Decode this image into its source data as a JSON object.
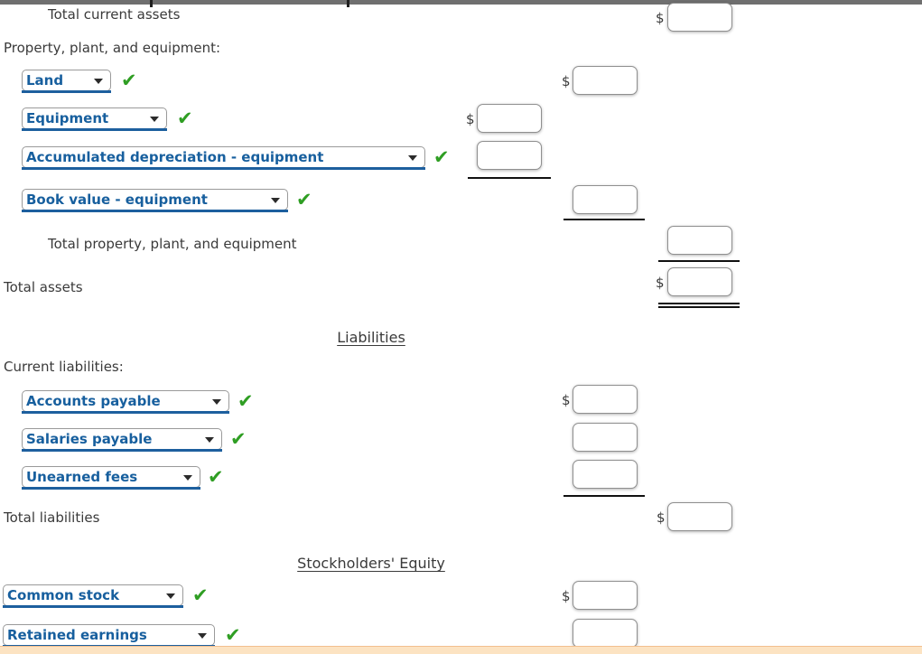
{
  "currency_symbol": "$",
  "icons": {
    "check": "✔",
    "dropdown_arrow": "triangle-down"
  },
  "colors": {
    "dropdown_blue": "#175f9e",
    "dropdown_underline": "#1d5f9e",
    "check_green": "#2f9e23",
    "highlight_bar": "#fce3c2",
    "top_bar": "#6f6f6f"
  },
  "sections": {
    "assets": {
      "total_current_assets_label": "Total current assets",
      "total_current_assets_value": "",
      "ppe_heading": "Property, plant, and equipment:",
      "rows": [
        {
          "label": "Land",
          "value": "",
          "has_dollar": true
        },
        {
          "label": "Equipment",
          "value": "",
          "has_dollar": true
        },
        {
          "label": "Accumulated depreciation - equipment",
          "value": "",
          "has_dollar": false
        },
        {
          "label": "Book value - equipment",
          "value": "",
          "has_dollar": false
        }
      ],
      "total_ppe_label": "Total property, plant, and equipment",
      "total_ppe_value": "",
      "total_assets_label": "Total assets",
      "total_assets_value": ""
    },
    "liabilities": {
      "heading": "Liabilities",
      "current_liabilities_heading": "Current liabilities:",
      "rows": [
        {
          "label": "Accounts payable",
          "value": "",
          "has_dollar": true
        },
        {
          "label": "Salaries payable",
          "value": "",
          "has_dollar": false
        },
        {
          "label": "Unearned fees",
          "value": "",
          "has_dollar": false
        }
      ],
      "total_label": "Total liabilities",
      "total_value": ""
    },
    "equity": {
      "heading": "Stockholders' Equity",
      "rows": [
        {
          "label": "Common stock",
          "value": "",
          "has_dollar": true
        },
        {
          "label": "Retained earnings",
          "value": "",
          "has_dollar": false
        }
      ]
    }
  }
}
